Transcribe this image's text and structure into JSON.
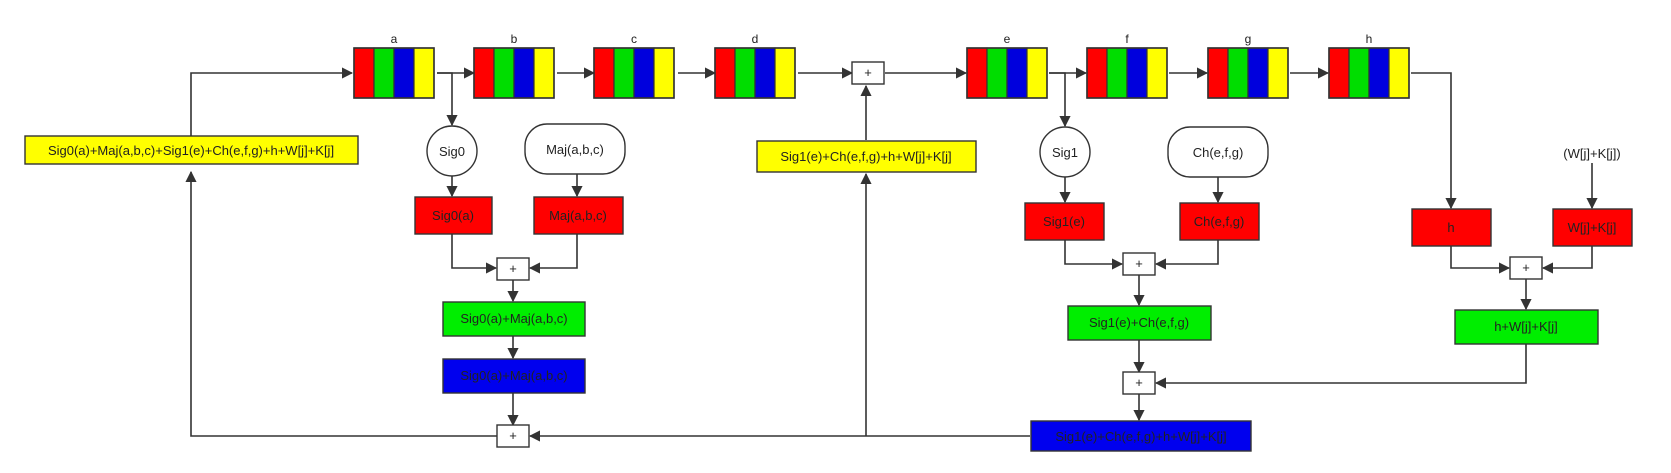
{
  "colors": {
    "register_stripes": [
      "#ff0000",
      "#00dd00",
      "#0000dd",
      "#ffff00"
    ],
    "red": "#ff0000",
    "green": "#00ee00",
    "blue": "#0000ee",
    "yellow": "#ffff00",
    "line": "#333333"
  },
  "registers": {
    "a": "a",
    "b": "b",
    "c": "c",
    "d": "d",
    "e": "e",
    "f": "f",
    "g": "g",
    "h": "h"
  },
  "functions": {
    "sig0": "Sig0",
    "maj": "Maj(a,b,c)",
    "sig1": "Sig1",
    "ch": "Ch(e,f,g)",
    "wk": "(W[j]+K[j])"
  },
  "boxes": {
    "t1_total": "Sig0(a)+Maj(a,b,c)+Sig1(e)+Ch(e,f,g)+h+W[j]+K[j]",
    "sig0_a": "Sig0(a)",
    "maj_abc": "Maj(a,b,c)",
    "sum_sig0_maj_green": "Sig0(a)+Maj(a,b,c)",
    "sum_sig0_maj_blue": "Sig0(a)+Maj(a,b,c)",
    "t1_yellow": "Sig1(e)+Ch(e,f,g)+h+W[j]+K[j]",
    "sig1_e": "Sig1(e)",
    "ch_efg": "Ch(e,f,g)",
    "sum_sig1_ch": "Sig1(e)+Ch(e,f,g)",
    "t1_blue": "Sig1(e)+Ch(e,f,g)+h+W[j]+K[j]",
    "h": "h",
    "wk": "W[j]+K[j]",
    "h_wk": "h+W[j]+K[j]"
  },
  "adder_symbol": "+"
}
